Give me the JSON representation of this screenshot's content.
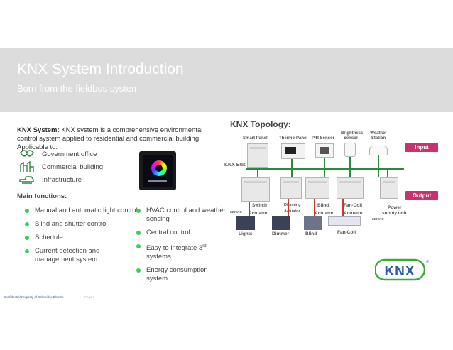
{
  "slide": {
    "title": "KNX System Introduction",
    "subtitle": "Born from the fieldbus system"
  },
  "intro": {
    "lead": "KNX System:",
    "text": " KNX system is a comprehensive environmental control system applied to residential and commercial building.",
    "applicable": "Applicable to:"
  },
  "applications": [
    {
      "icon": "government-office-icon",
      "label": "Government office"
    },
    {
      "icon": "commercial-building-icon",
      "label": "Commercial building"
    },
    {
      "icon": "infrastructure-icon",
      "label": "Infrastructure"
    }
  ],
  "main_functions": {
    "heading": "Main functions:",
    "left": [
      "Manual and automatic light control",
      "Blind and shutter control",
      "Schedule",
      "Current detection and management system"
    ],
    "right_prefix_3": "Easy to integrate 3",
    "right_sup_3": "rd",
    "right_suffix_3": " systems",
    "right": [
      "HVAC control and weather sensing",
      "Central control",
      "Easy to integrate 3rd systems",
      "Energy consumption system"
    ]
  },
  "topology": {
    "title": "KNX Topology:",
    "bus_label": "KNX Bus",
    "input_tag": "Input",
    "output_tag": "Output",
    "input_devices": [
      "Smart Panel",
      "Thermo-Panel",
      "PIR Sensor",
      "Brightness Sensor",
      "Weather Station"
    ],
    "actuators": {
      "switch": "Switch",
      "switch_actuator": "Actuator",
      "dimming": "Dimming",
      "dimming_actuator": "Actuator",
      "blind": "Blind",
      "blind_actuator": "Actuator",
      "fancoil": "Fan-Coil",
      "fancoil_actuator": "Actuator",
      "power": "Power",
      "power_unit": "supply unit"
    },
    "voltage_left": "220VAC",
    "voltage_right": "220VAC",
    "loads": [
      "Lights",
      "Dimmer",
      "Blind",
      "Fan-Coil"
    ]
  },
  "logo": {
    "text": "KNX",
    "registered": "®"
  },
  "footer": {
    "confidential": "Confidential Property of Schneider Electric |",
    "page": "Page 3"
  },
  "colors": {
    "banner": "#dcdcdc",
    "bullet": "#3dcd58",
    "bus": "#2b8a3e",
    "tag": "#c8326e",
    "knx_green": "#3aaa35",
    "knx_blue": "#2a5aa8"
  }
}
